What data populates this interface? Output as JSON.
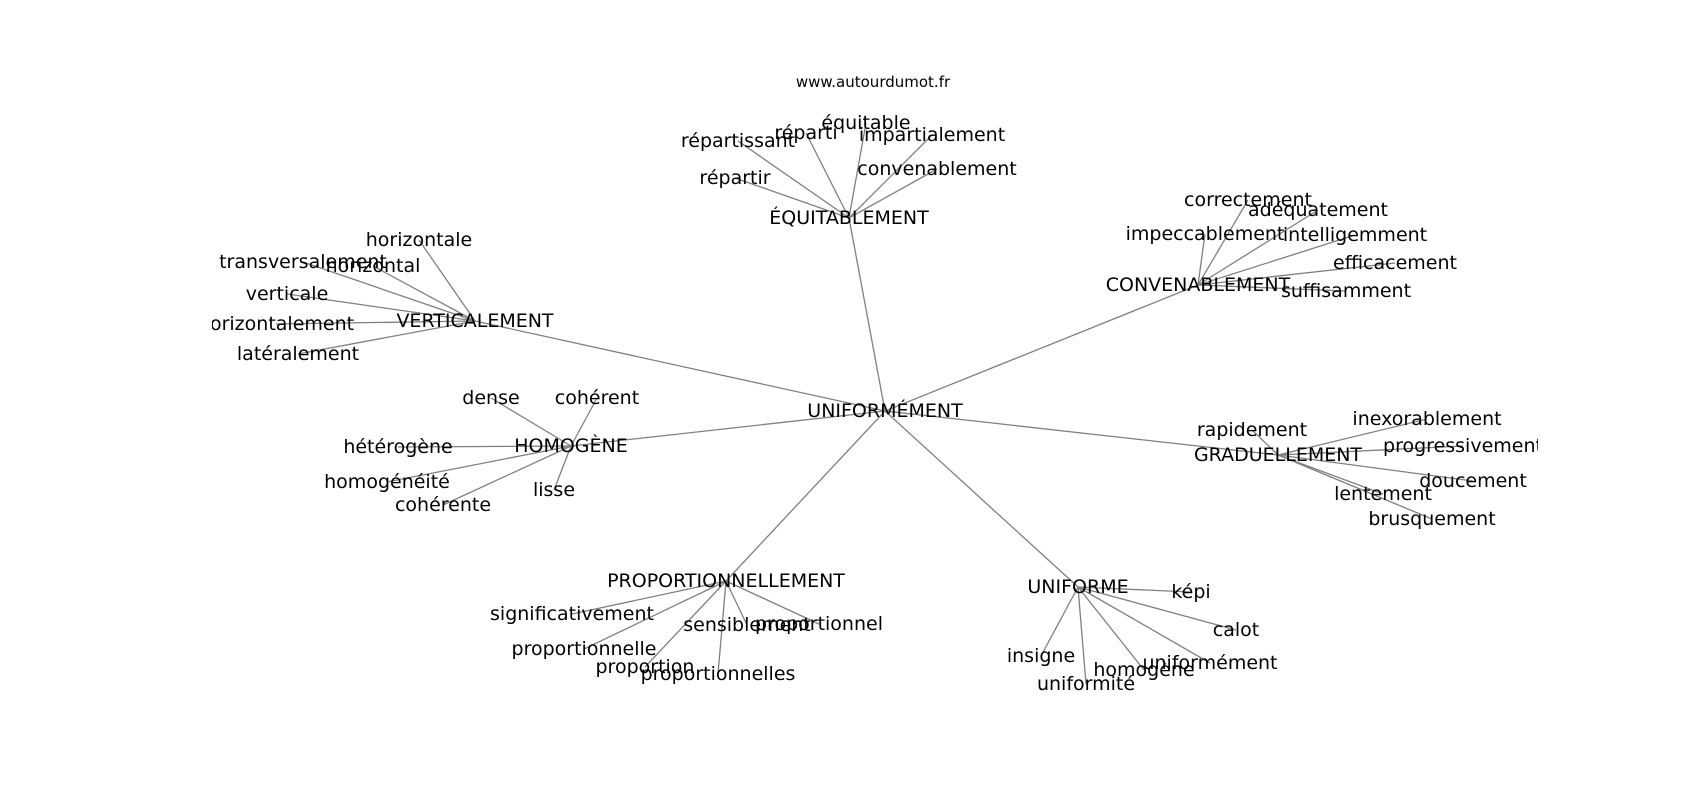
{
  "source": "www.autourdumot.fr",
  "center": "UNIFORMÉMENT",
  "clusters": [
    {
      "word": "ÉQUITABLEMENT",
      "neighbors": [
        "répartissant",
        "réparti",
        "équitable",
        "impartialement",
        "répartir",
        "convenablement"
      ]
    },
    {
      "word": "CONVENABLEMENT",
      "neighbors": [
        "correctement",
        "adéquatement",
        "impeccablement",
        "intelligemment",
        "efficacement",
        "suffisamment"
      ]
    },
    {
      "word": "VERTICALEMENT",
      "neighbors": [
        "horizontale",
        "transversalement",
        "horizontal",
        "verticale",
        "horizontalement",
        "latéralement"
      ]
    },
    {
      "word": "HOMOGÈNE",
      "neighbors": [
        "dense",
        "cohérent",
        "hétérogène",
        "homogénéité",
        "cohérente",
        "lisse"
      ]
    },
    {
      "word": "GRADUELLEMENT",
      "neighbors": [
        "rapidement",
        "inexorablement",
        "progressivement",
        "doucement",
        "lentement",
        "brusquement"
      ]
    },
    {
      "word": "PROPORTIONNELLEMENT",
      "neighbors": [
        "significativement",
        "sensiblement",
        "proportionnel",
        "proportionnelle",
        "proportion",
        "proportionnelles"
      ]
    },
    {
      "word": "UNIFORME",
      "neighbors": [
        "képi",
        "calot",
        "insigne",
        "homogène",
        "uniformément",
        "uniformité"
      ]
    }
  ]
}
